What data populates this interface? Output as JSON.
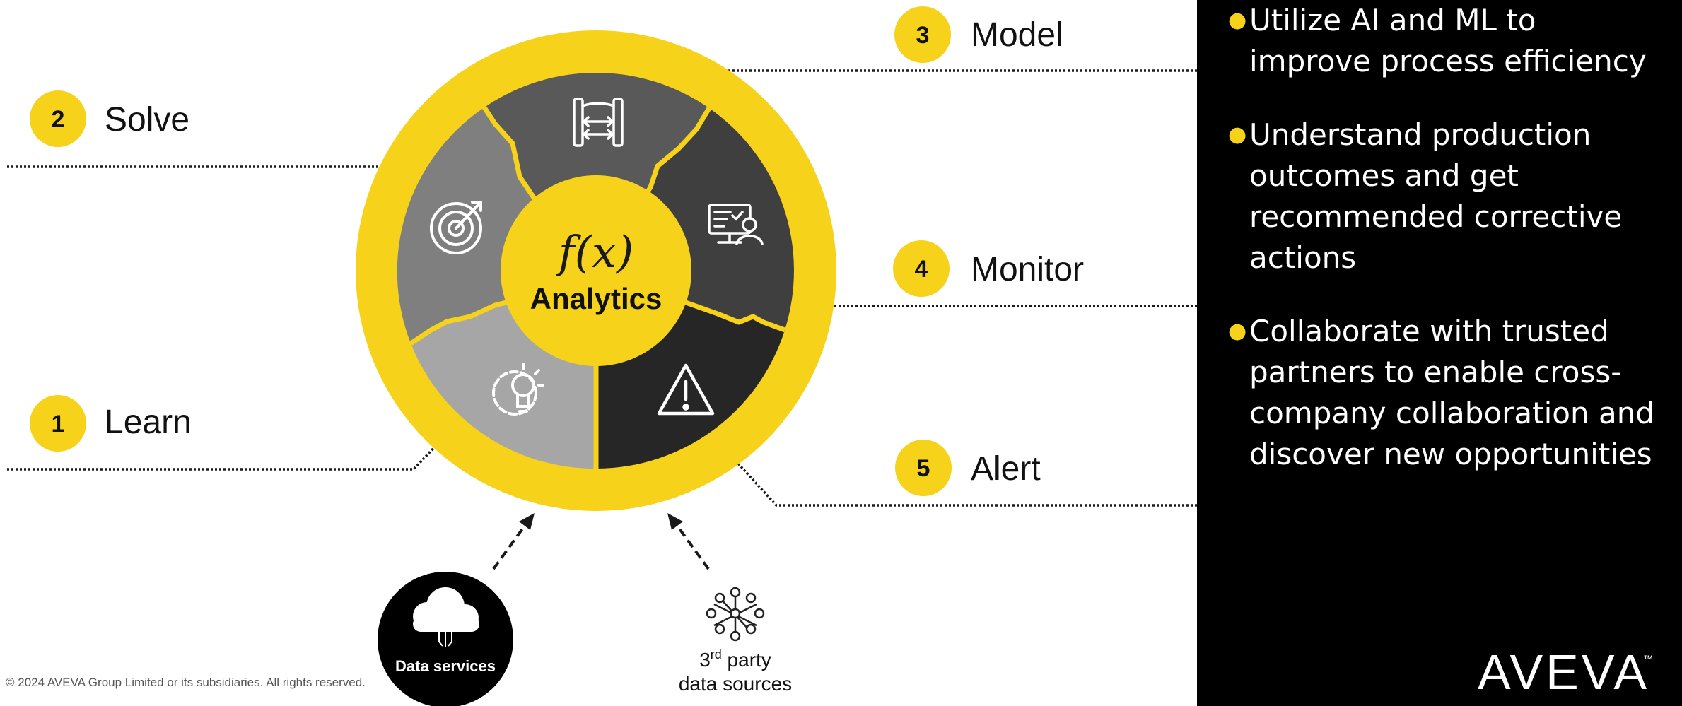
{
  "center": {
    "formula": "f(x)",
    "label": "Analytics"
  },
  "steps": [
    {
      "number": "1",
      "label": "Learn",
      "icon": "lightbulb-gear-icon"
    },
    {
      "number": "2",
      "label": "Solve",
      "icon": "target-icon"
    },
    {
      "number": "3",
      "label": "Model",
      "icon": "model-exchange-icon"
    },
    {
      "number": "4",
      "label": "Monitor",
      "icon": "monitor-user-icon"
    },
    {
      "number": "5",
      "label": "Alert",
      "icon": "warning-icon"
    }
  ],
  "sources": {
    "data_services": "Data services",
    "third_party_base": "3",
    "third_party_sup": "rd",
    "third_party_word": " party",
    "third_party_line2": "data sources"
  },
  "bullets": [
    "Utilize AI and ML to improve process efficiency",
    "Understand production outcomes and get recommended corrective actions",
    "Collaborate with trusted partners to enable cross-company collaboration and discover new opportunities"
  ],
  "footer": {
    "copyright": "© 2024 AVEVA Group Limited or its subsidiaries. All rights reserved.",
    "logo_text": "AVEVA",
    "trademark": "™"
  },
  "colors": {
    "brand_yellow": "#f6d21a",
    "segment_learn": "#a6a6a6",
    "segment_solve": "#7f7f7f",
    "segment_model": "#595959",
    "segment_monitor": "#3f3f3f",
    "segment_alert": "#262626",
    "panel": "#000000"
  }
}
